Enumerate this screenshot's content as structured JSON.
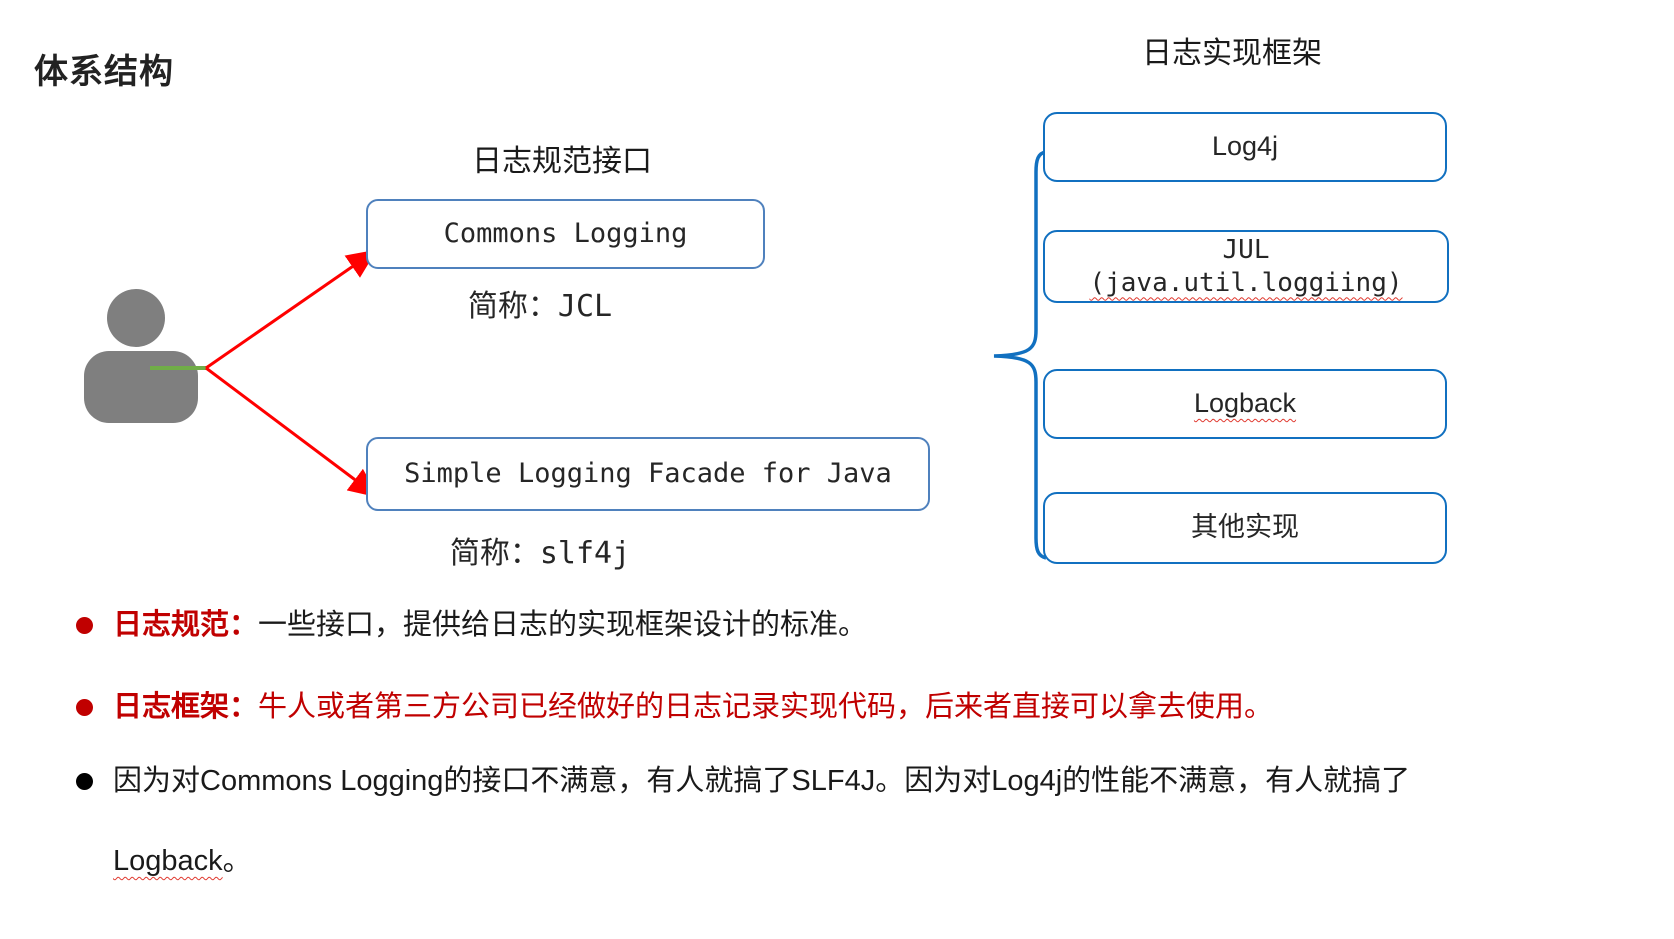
{
  "page": {
    "title": "体系结构"
  },
  "spec_section": {
    "heading": "日志规范接口",
    "boxes": [
      {
        "label": "Commons Logging",
        "caption_prefix": "简称：",
        "caption_value": "JCL"
      },
      {
        "label": "Simple Logging Facade for Java",
        "caption_prefix": "简称：",
        "caption_value": "slf4j"
      }
    ]
  },
  "impl_section": {
    "heading": "日志实现框架",
    "boxes": [
      {
        "line1": "Log4j"
      },
      {
        "line1": "JUL",
        "line2": "(java.util.loggiing)"
      },
      {
        "line1": "Logback"
      },
      {
        "line1": "其他实现"
      }
    ]
  },
  "bullets": [
    {
      "label": "日志规范：",
      "text": "一些接口，提供给日志的实现框架设计的标准。"
    },
    {
      "label": "日志框架：",
      "text": "牛人或者第三方公司已经做好的日志记录实现代码，后来者直接可以拿去使用。"
    },
    {
      "text": "因为对Commons Logging的接口不满意，有人就搞了SLF4J。因为对Log4j的性能不满意，有人就搞了",
      "line2_word": "Logback",
      "line2_tail": "。"
    }
  ],
  "icons": {
    "user": "user-icon",
    "arrows": [
      "arrow-to-commons-logging",
      "arrow-to-slf4j"
    ],
    "brace": "grouping-brace"
  },
  "colors": {
    "spec_box_border": "#4f81bd",
    "impl_box_border": "#1170c0",
    "arrow_red": "#ff0000",
    "bullet_red": "#c00000",
    "person_gray": "#7f7f7f",
    "connector_green": "#70ad47",
    "spellcheck_wavy": "#e0392f"
  }
}
